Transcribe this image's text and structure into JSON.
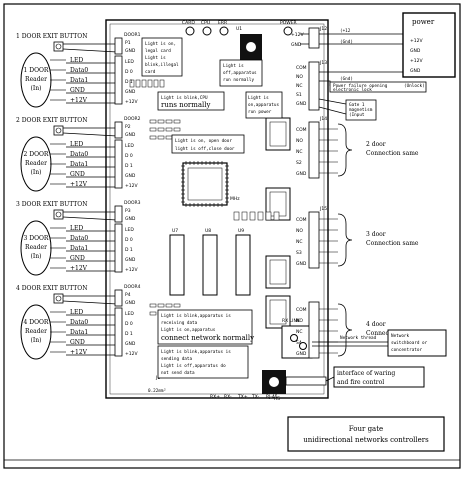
{
  "power_box": {
    "title": "power",
    "lines": [
      "+12V",
      "GND",
      "+12V",
      "GND"
    ]
  },
  "left_groups": [
    {
      "exit_button": "1 DOOR EXIT BUTTON",
      "reader": [
        "1 DOOR",
        "Reader",
        "(In)"
      ],
      "signals": [
        "LED",
        "Data0",
        "Data1",
        "GND",
        "+12V"
      ],
      "door_conn": "DOOR1",
      "pins_top": [
        "P1",
        "GND"
      ],
      "pins": [
        "LED",
        "D 0",
        "D 1",
        "GND",
        "+12V"
      ]
    },
    {
      "exit_button": "2 DOOR EXIT BUTTON",
      "reader": [
        "2 DOOR",
        "Reader",
        "(In)"
      ],
      "signals": [
        "LED",
        "Data0",
        "Data1",
        "GND",
        "+12V"
      ],
      "door_conn": "DOOR2",
      "pins_top": [
        "P2",
        "GND"
      ],
      "pins": [
        "LED",
        "D 0",
        "D 1",
        "GND",
        "+12V"
      ]
    },
    {
      "exit_button": "3 DOOR EXIT BUTTON",
      "reader": [
        "3 DOOR",
        "Reader",
        "(In)"
      ],
      "signals": [
        "LED",
        "Data0",
        "Data1",
        "GND",
        "+12V"
      ],
      "door_conn": "DOOR3",
      "pins_top": [
        "P3",
        "GND"
      ],
      "pins": [
        "LED",
        "D 0",
        "D 1",
        "GND",
        "+12V"
      ]
    },
    {
      "exit_button": "4 DOOR EXIT BUTTON",
      "reader": [
        "4 DOOR",
        "Reader",
        "(In)"
      ],
      "signals": [
        "LED",
        "Data0",
        "Data1",
        "GND",
        "+12V"
      ],
      "door_conn": "DOOR4",
      "pins_top": [
        "P4",
        "GND"
      ],
      "pins": [
        "LED",
        "D 0",
        "D 1",
        "GND",
        "+12V"
      ]
    }
  ],
  "board_labels": {
    "card": "CARD",
    "cpu": "CPU",
    "err": "ERR",
    "power": "POWER",
    "u1": "U1",
    "u7": "U7",
    "u8": "U8",
    "u9": "U9",
    "rx_link": "RX  LINK",
    "mhz": "MHz",
    "rs": "RS",
    "j1": "J1"
  },
  "notes": {
    "card_led": [
      "Light is on,",
      "legal card",
      "Light is",
      "blink,illegal",
      "card"
    ],
    "err_led": [
      "Light is",
      "off,apparatus",
      "run normally"
    ],
    "cpu_led": [
      "Light is blink,CPU",
      "runs normally"
    ],
    "power_led": [
      "Light is",
      "on,apparatus",
      "run power"
    ],
    "door_led": [
      "Light is on, open door",
      "light is off,close door"
    ],
    "net_rx": [
      "Light is blink,apparatus is",
      "receiving data",
      "Light is on,apparatus",
      "connect network normally"
    ],
    "net_tx": [
      "Light is blink,apparatus is",
      "sending data",
      "Light is off,apparatus do",
      "not send data"
    ],
    "ohm": "0.22mm²"
  },
  "right_top": {
    "plus12": "(+12",
    "gnd": "(Gnd)",
    "vin": "+12V",
    "gndpin": "GND",
    "lock_line": "Power failure opening",
    "lock_line2": "electronic lock",
    "unlock_tag": "(Unlock)",
    "gate_line": "Gate 1",
    "gate_line2": "magnetism",
    "gate_line3": "(Input",
    "relay_pins": [
      "COM",
      "NO",
      "NC",
      "S1",
      "GND"
    ],
    "conn_labels": [
      "J12",
      "J13",
      "J14",
      "J15"
    ]
  },
  "right_groups": [
    {
      "title": [
        "2 door",
        "Connection same"
      ],
      "pins": [
        "COM",
        "NO",
        "NC",
        "S2",
        "GND"
      ]
    },
    {
      "title": [
        "3 door",
        "Connection same"
      ],
      "pins": [
        "COM",
        "NO",
        "NC",
        "S3",
        "GND"
      ]
    },
    {
      "title": [
        "4 door",
        "Connection same"
      ],
      "pins": [
        "COM",
        "NO",
        "NC",
        "S4",
        "GND"
      ]
    }
  ],
  "network": {
    "thread": "Network thread",
    "box": [
      "Network",
      "switchboard or",
      "concentrator"
    ]
  },
  "fire": {
    "box": [
      "interface of waring",
      "and fire control"
    ]
  },
  "caption": {
    "line1": "Four gate",
    "line2": "unidirectional networks controllers"
  },
  "bottom_pins": [
    "RX+",
    "RX-",
    "TX+",
    "TX-",
    "RJ-45"
  ]
}
